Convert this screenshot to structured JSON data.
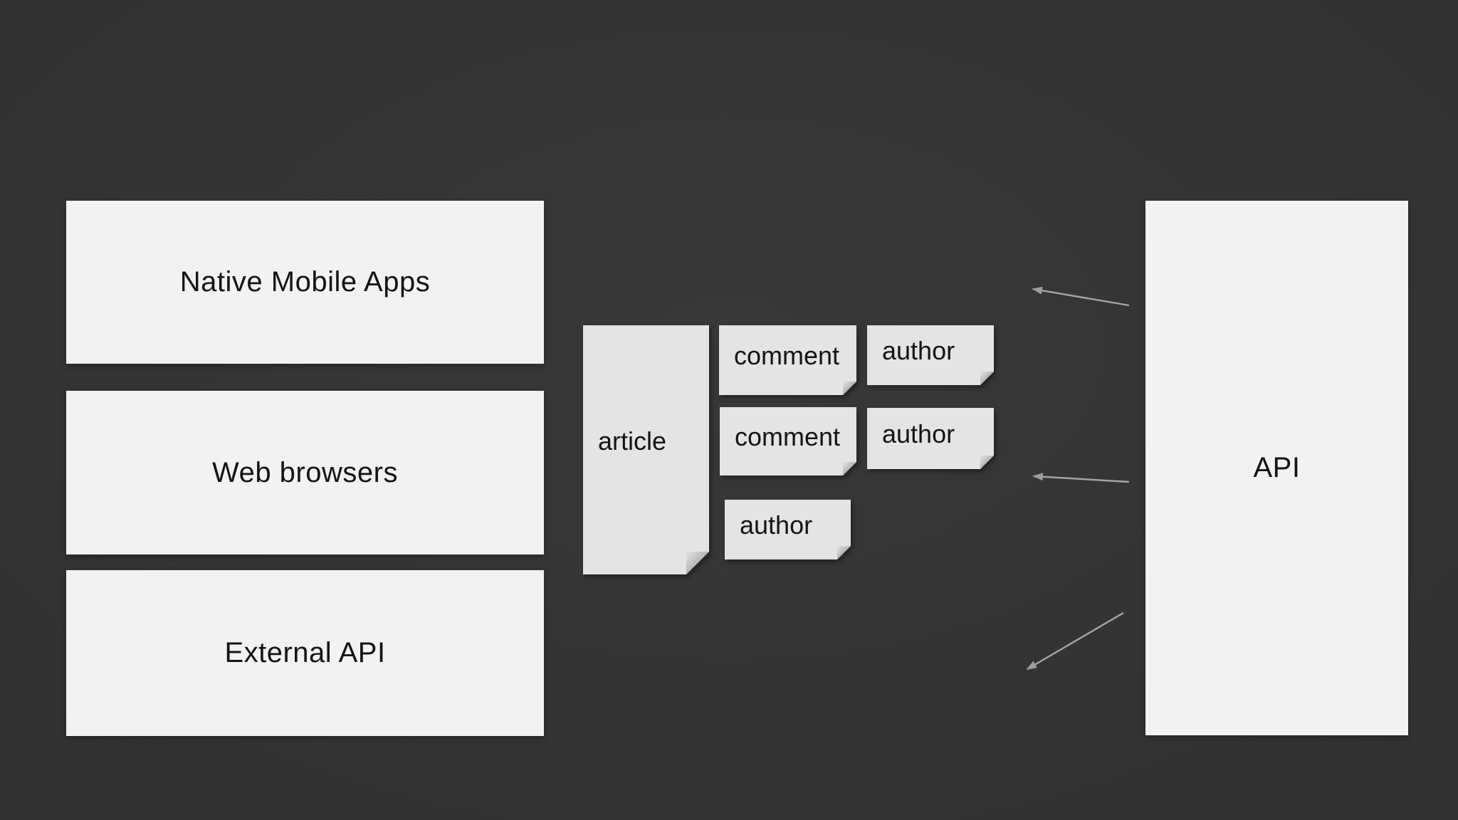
{
  "colors": {
    "background": "#313131",
    "box_fill": "#f2f2f2",
    "note_fill": "#e4e4e4",
    "fold_shade": "#8f8f8f",
    "arrow": "#a6a6a6",
    "text": "#141414"
  },
  "clients": [
    {
      "id": "native-mobile-apps",
      "label": "Native Mobile Apps"
    },
    {
      "id": "web-browsers",
      "label": "Web browsers"
    },
    {
      "id": "external-api",
      "label": "External API"
    }
  ],
  "api": {
    "label": "API"
  },
  "resources": [
    {
      "id": "article",
      "label": "article"
    },
    {
      "id": "comment-1",
      "label": "comment"
    },
    {
      "id": "author-1",
      "label": "author"
    },
    {
      "id": "comment-2",
      "label": "comment"
    },
    {
      "id": "author-2",
      "label": "author"
    },
    {
      "id": "author-3",
      "label": "author"
    }
  ],
  "arrows": [
    {
      "id": "arrow-top",
      "direction": "left-up"
    },
    {
      "id": "arrow-middle",
      "direction": "left"
    },
    {
      "id": "arrow-bottom",
      "direction": "down-left"
    }
  ]
}
